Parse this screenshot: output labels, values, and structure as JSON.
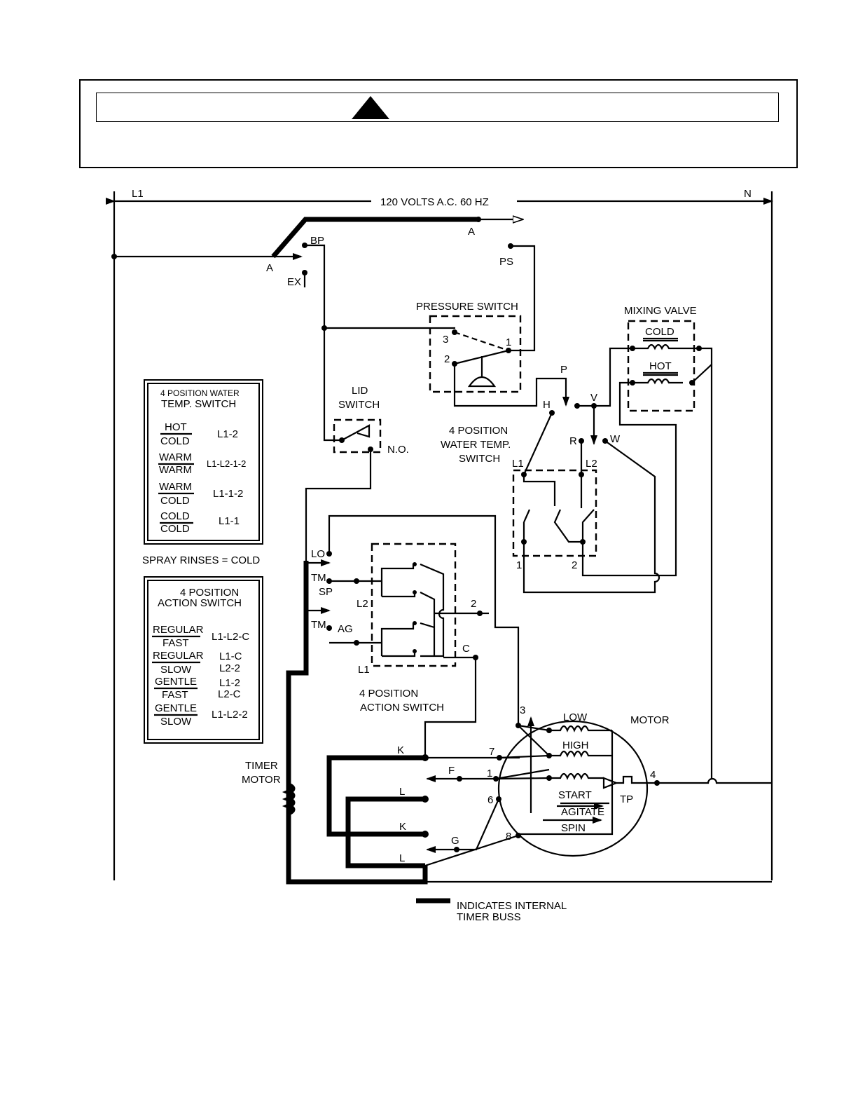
{
  "supply": {
    "line1": "L1",
    "neutral": "N",
    "voltage": "120 VOLTS A.C. 60 HZ"
  },
  "terminals": {
    "a_top": "A",
    "a_bottom": "A",
    "bp": "BP",
    "ex": "EX",
    "ps": "PS",
    "p": "P",
    "h": "H",
    "v": "V",
    "r": "R",
    "w": "W",
    "l1": "L1",
    "l2": "L2",
    "t1": "1",
    "t2": "2",
    "lo": "LO",
    "tm1": "TM",
    "sp": "SP",
    "tm2": "TM",
    "ag": "AG",
    "as_l2": "L2",
    "as_l1": "L1",
    "as_2": "2",
    "as_c": "C",
    "k1": "K",
    "l_1": "L",
    "k2": "K",
    "l_2": "L",
    "f": "F",
    "g": "G",
    "n7": "7",
    "n1": "1",
    "n6": "6",
    "n8": "8",
    "n3": "3",
    "n4": "4",
    "ps3": "3",
    "ps2": "2",
    "ps1": "1"
  },
  "components": {
    "pressure_switch": "PRESSURE SWITCH",
    "mixing_valve": "MIXING VALVE",
    "cold": "COLD",
    "hot": "HOT",
    "lid_switch": [
      "LID",
      "SWITCH"
    ],
    "normally_open": "N.O.",
    "water_temp_switch": [
      "4 POSITION",
      "WATER TEMP.",
      "SWITCH"
    ],
    "action_switch": [
      "4 POSITION",
      "ACTION SWITCH"
    ],
    "motor": "MOTOR",
    "windings": {
      "low": "LOW",
      "high": "HIGH",
      "start": "START"
    },
    "agitate": "AGITATE",
    "spin": "SPIN",
    "thermal_protector": "TP",
    "timer_motor": [
      "TIMER",
      "MOTOR"
    ]
  },
  "water_temp_table": {
    "title": [
      "4 POSITION WATER",
      "TEMP. SWITCH"
    ],
    "rows": [
      {
        "wash": "HOT",
        "rinse": "COLD",
        "contacts": "L1-2"
      },
      {
        "wash": "WARM",
        "rinse": "WARM",
        "contacts": "L1-L2-1-2"
      },
      {
        "wash": "WARM",
        "rinse": "COLD",
        "contacts": "L1-1-2"
      },
      {
        "wash": "COLD",
        "rinse": "COLD",
        "contacts": "L1-1"
      }
    ]
  },
  "spray_note": "SPRAY RINSES = COLD",
  "action_table": {
    "title": [
      "4 POSITION",
      "ACTION SWITCH"
    ],
    "rows": [
      {
        "speed1": "REGULAR",
        "speed2": "FAST",
        "contacts": [
          "L1-L2-C"
        ]
      },
      {
        "speed1": "REGULAR",
        "speed2": "SLOW",
        "contacts": [
          "L1-C",
          "L2-2"
        ]
      },
      {
        "speed1": "GENTLE",
        "speed2": "FAST",
        "contacts": [
          "L1-2",
          "L2-C"
        ]
      },
      {
        "speed1": "GENTLE",
        "speed2": "SLOW",
        "contacts": [
          "L1-L2-2"
        ]
      }
    ]
  },
  "legend": {
    "text": [
      "INDICATES INTERNAL",
      "TIMER BUSS"
    ]
  }
}
